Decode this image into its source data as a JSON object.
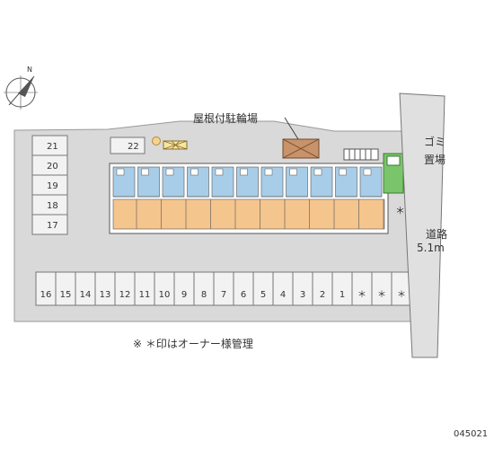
{
  "labels": {
    "bike_parking": "屋根付駐輪場",
    "garbage": "ゴミ置場",
    "road": "道路",
    "road_width": "5.1m",
    "legend_note": "※ ＊印はオーナー様管理",
    "map_code": "045021",
    "north_mark": "N"
  },
  "parking_left": [
    "21",
    "20",
    "19",
    "18",
    "17"
  ],
  "parking_top_label": "22",
  "parking_bottom": [
    "16",
    "15",
    "14",
    "13",
    "12",
    "11",
    "10",
    "9",
    "8",
    "7",
    "6",
    "5",
    "4",
    "3",
    "2",
    "1",
    "＊",
    "＊",
    "＊"
  ],
  "side_mark": "＊",
  "colors": {
    "lot": "#d9d9d9",
    "units": "#f5c58e",
    "balcony": "#a8cde8",
    "bike_roof": "#c8926a",
    "garbage": "#7ac46b",
    "road": "#e0e0e0",
    "line": "#666666"
  }
}
